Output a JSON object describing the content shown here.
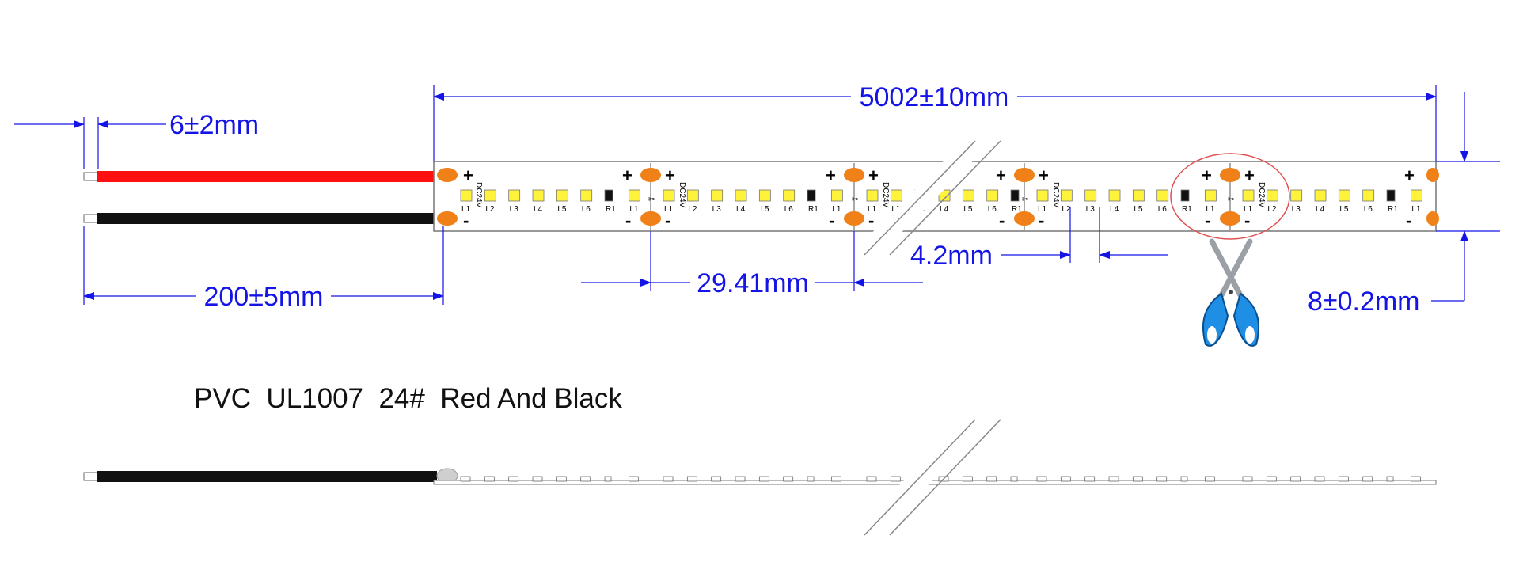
{
  "dimensions": {
    "total_length": "5002±10mm",
    "bare_wire": "6±2mm",
    "lead_length": "200±5mm",
    "cut_interval": "29.41mm",
    "led_pitch": "4.2mm",
    "strip_width": "8±0.2mm"
  },
  "cable_spec": "PVC  UL1007  24#  Red And Black",
  "strip": {
    "voltage_label": "DC24V",
    "led_labels": [
      "L1",
      "L2",
      "L3",
      "L4",
      "L5",
      "L6",
      "L7"
    ],
    "resistor_label": "R1",
    "positive_symbol": "+",
    "negative_symbol": "-"
  },
  "colors": {
    "dimension": "#1414e6",
    "red_wire": "#ff1010",
    "black_wire": "#111111",
    "solder_pad": "#f08018",
    "led": "#fff23a",
    "highlight_circle": "#e05050",
    "scissors_handle": "#1f8fe6"
  },
  "icons": [
    "scissors-icon",
    "cut-mark-icon"
  ]
}
